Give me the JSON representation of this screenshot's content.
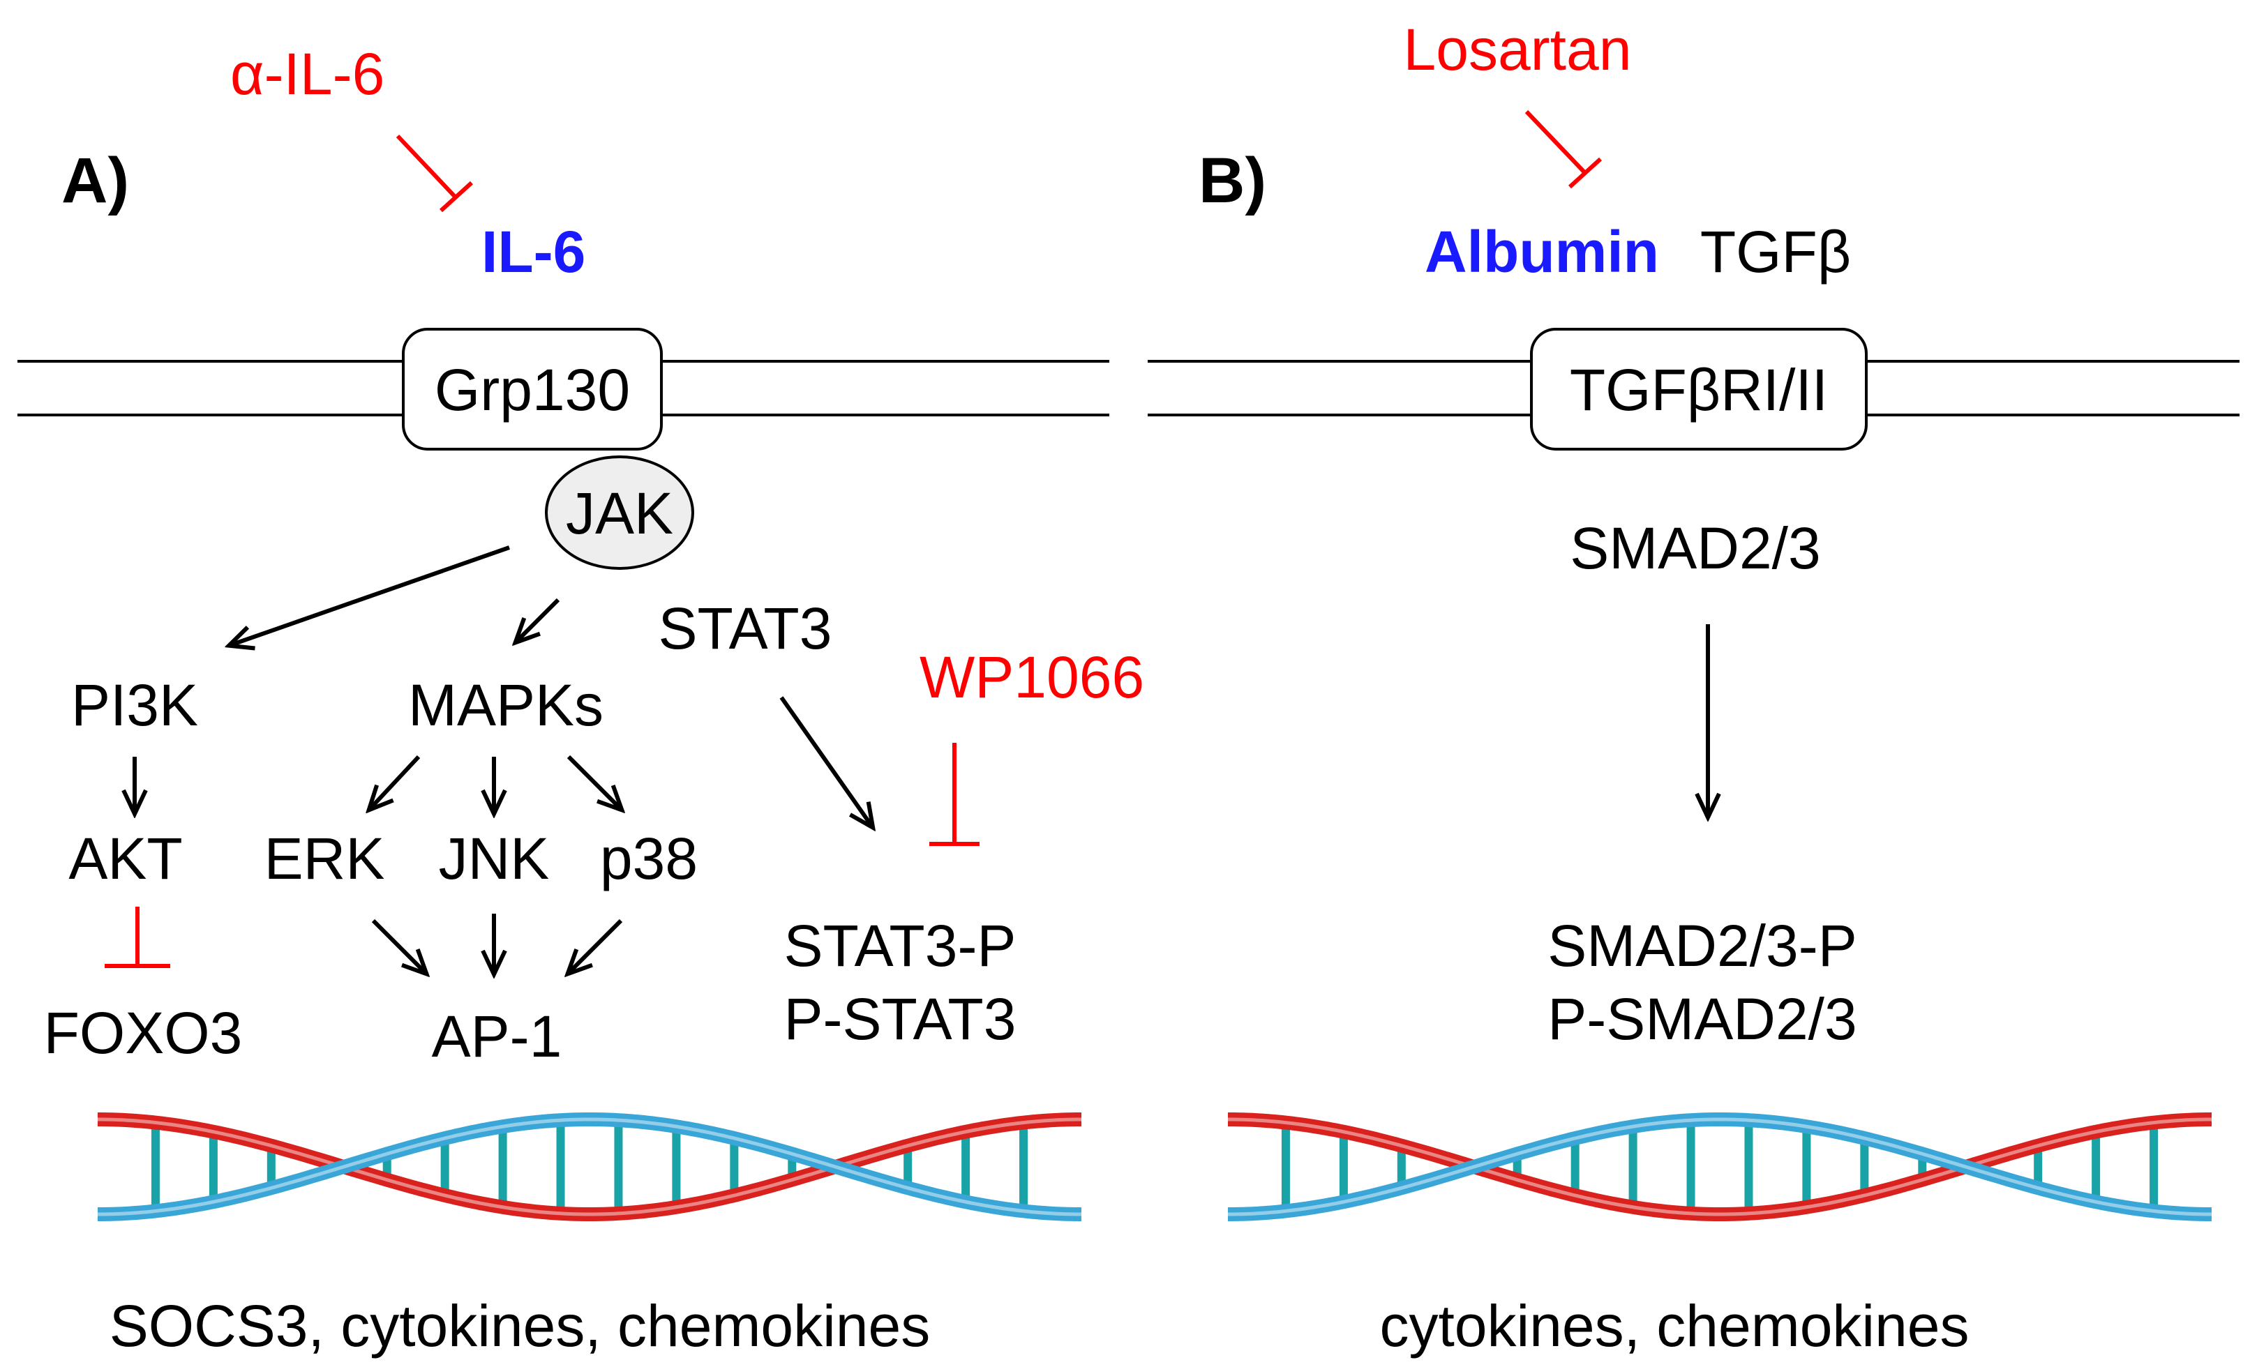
{
  "colors": {
    "inhibitor": "#ff0000",
    "ligand": "#1a1aff",
    "text": "#000000",
    "dna_red": "#d9211e",
    "dna_blue": "#3aa6d8",
    "dna_rung": "#1aa3a6",
    "jak_fill": "#eeeeee"
  },
  "panel_a": {
    "label": "A)",
    "inhibitor_antibody": "α-IL-6",
    "ligand": "IL-6",
    "receptor": "Grp130",
    "kinase": "JAK",
    "pi3k": "PI3K",
    "akt": "AKT",
    "foxo3": "FOXO3",
    "mapks": "MAPKs",
    "erk": "ERK",
    "jnk": "JNK",
    "p38": "p38",
    "ap1": "AP-1",
    "stat3": "STAT3",
    "inhibitor_drug": "WP1066",
    "stat3_p": "STAT3-P",
    "p_stat3": "P-STAT3",
    "outputs": "SOCS3, cytokines, chemokines"
  },
  "panel_b": {
    "label": "B)",
    "inhibitor_drug": "Losartan",
    "ligand": "Albumin",
    "cofactor": "TGFβ",
    "receptor": "TGFβRI/II",
    "smad": "SMAD2/3",
    "smad_p": "SMAD2/3-P",
    "p_smad": "P-SMAD2/3",
    "outputs": "cytokines, chemokines"
  }
}
